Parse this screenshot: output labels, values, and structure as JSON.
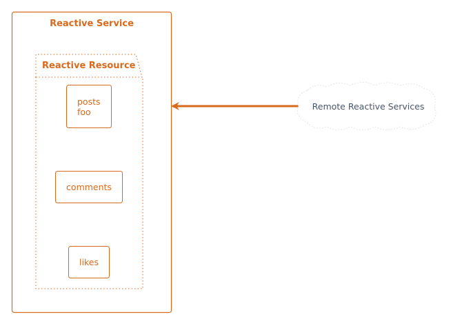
{
  "diagram": {
    "service": {
      "title": "Reactive Service"
    },
    "resource": {
      "title": "Reactive Resource",
      "nodes": [
        {
          "lines": [
            "posts",
            "foo"
          ]
        },
        {
          "lines": [
            "comments"
          ]
        },
        {
          "lines": [
            "likes"
          ]
        }
      ]
    },
    "remote": {
      "label": "Remote Reactive Services"
    },
    "colors": {
      "accent": "#d86a1e",
      "remote_text": "#4a5568",
      "cloud_border": "#e2e6ea"
    }
  }
}
